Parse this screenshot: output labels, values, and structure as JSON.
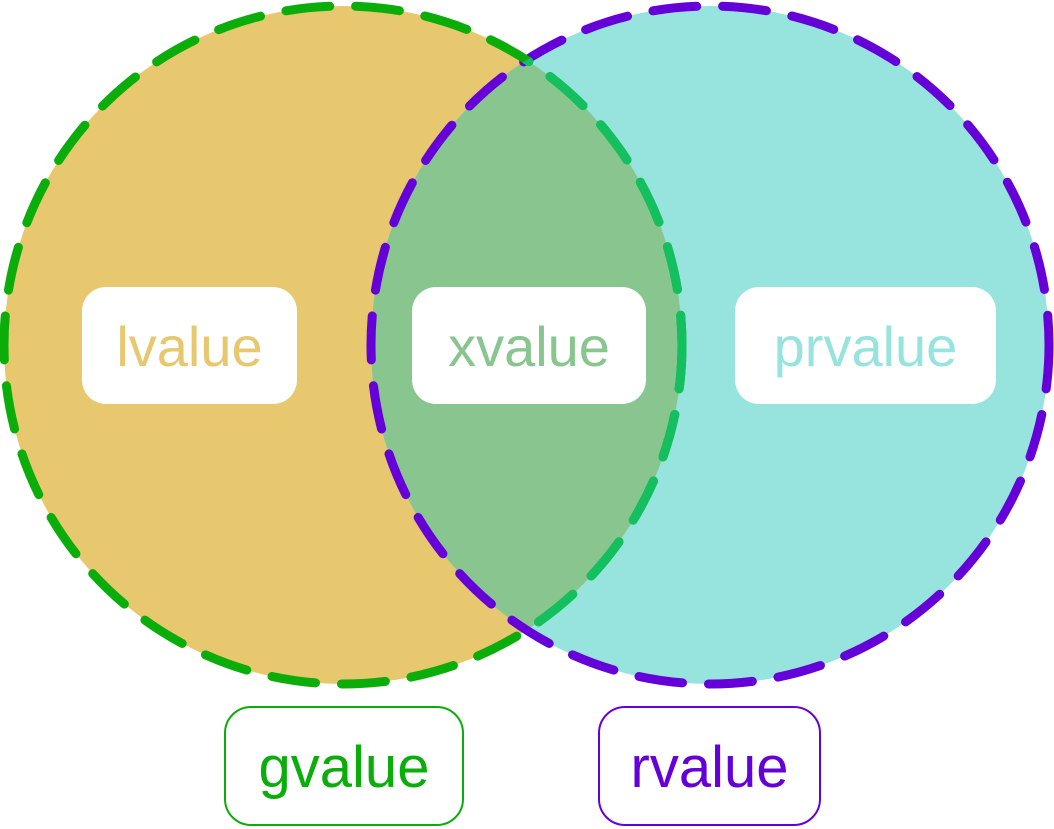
{
  "diagram": {
    "regions": {
      "left": {
        "label": "lvalue"
      },
      "middle": {
        "label": "xvalue"
      },
      "right": {
        "label": "prvalue"
      }
    },
    "groups": {
      "left": {
        "label": "gvalue"
      },
      "right": {
        "label": "rvalue"
      }
    }
  },
  "colors": {
    "left_fill": "#e7c86f",
    "right_fill": "#97e3de",
    "overlap_fill": "#89c58f",
    "left_outline": "#0aad0a",
    "overlap_left_outline": "#14bf60",
    "right_outline": "#6600d9",
    "label_box_fill": "#ffffff",
    "gvalue_text": "#0aad0a",
    "rvalue_text": "#6600d9"
  }
}
